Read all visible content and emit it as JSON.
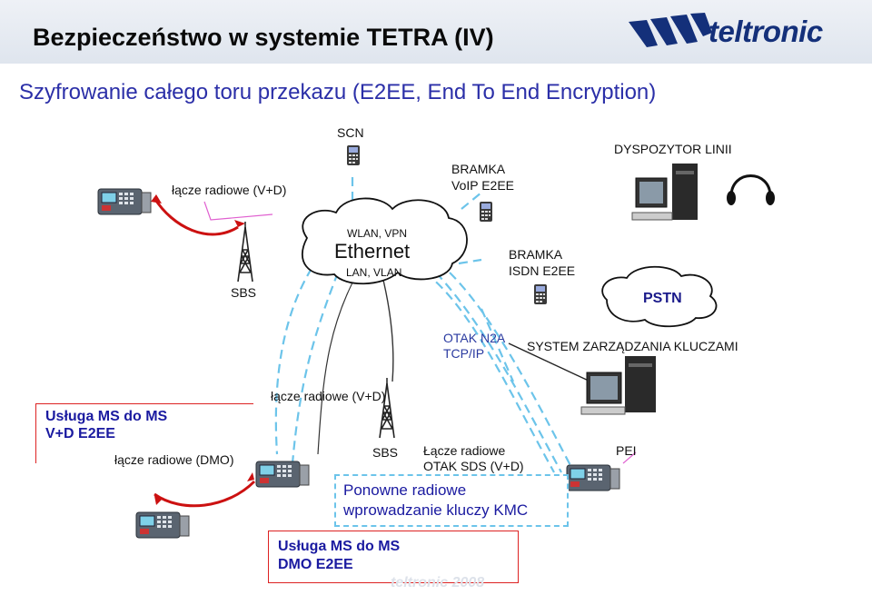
{
  "header": {
    "title": "Bezpieczeństwo w systemie TETRA (IV)",
    "logo_text": "teltronic"
  },
  "subtitle": "Szyfrowanie całego toru przekazu (E2EE, End To End Encryption)",
  "labels": {
    "scn": "SCN",
    "radio_vd_top": "łącze radiowe (V+D)",
    "gateway_voip_1": "BRAMKA",
    "gateway_voip_2": "VoIP E2EE",
    "dispatcher": "DYSPOZYTOR LINII",
    "wlan_vpn": "WLAN, VPN",
    "ethernet": "Ethernet",
    "lan_vlan": "LAN, VLAN",
    "gateway_isdn_1": "BRAMKA",
    "gateway_isdn_2": "ISDN E2EE",
    "sbs_top": "SBS",
    "pstn": "PSTN",
    "otak_1": "OTAK N2A",
    "otak_2": "TCP/IP",
    "key_mgmt": "SYSTEM ZARZĄDZANIA KLUCZAMI",
    "radio_vd_mid": "łącze radiowe (V+D)",
    "sbs_mid": "SBS",
    "radio_link_1": "Łącze radiowe",
    "radio_link_2": "OTAK SDS (V+D)",
    "pei": "PEI",
    "radio_dmo": "łącze radiowe (DMO)",
    "watermark": "teltronic 2008"
  },
  "boxes": {
    "ms_vd_1": "Usługa MS do MS",
    "ms_vd_2": "V+D E2EE",
    "rekey_1": "Ponowne radiowe",
    "rekey_2": "wprowadzanie kluczy KMC",
    "ms_dmo_1": "Usługa MS do MS",
    "ms_dmo_2": "DMO E2EE"
  },
  "colors": {
    "title_blue": "#2b2fa8",
    "box_border": "#d22222",
    "radio_link": "#cc1111",
    "dashed_link": "#6cc4ea"
  }
}
